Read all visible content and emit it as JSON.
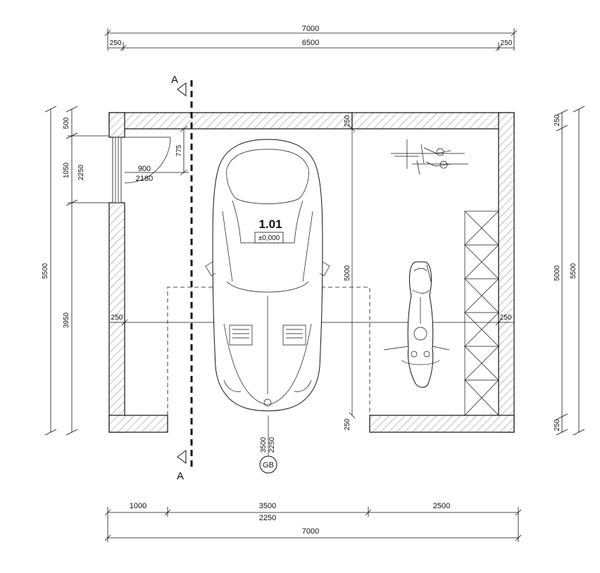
{
  "dimensions": {
    "top_overall": "7000",
    "top_left": "250",
    "top_middle": "6500",
    "top_right": "250",
    "left_total": "5500",
    "left_upper": "500",
    "left_door": "1050",
    "left_door_total": "2250",
    "left_lower": "3950",
    "right_inner": "5000",
    "right_total": "5500",
    "right_top": "250",
    "right_bottom": "250",
    "inner_width": "6500",
    "inner_left_wall": "250",
    "inner_right_wall": "250",
    "partition_height": "5000",
    "partition_top_wall": "250",
    "partition_bottom_wall": "250",
    "door_offset": "775",
    "door_width": "900",
    "door_height": "2180",
    "gate_width": "3500",
    "gate_height": "2250",
    "bottom_left": "1000",
    "bottom_middle": "3500",
    "bottom_middle_sub": "2250",
    "bottom_right": "2500",
    "bottom_overall": "7000"
  },
  "room": {
    "number": "1.01",
    "level": "±0,000"
  },
  "section_marker": {
    "top": "A",
    "bottom": "A"
  },
  "gate_tag": "GB"
}
